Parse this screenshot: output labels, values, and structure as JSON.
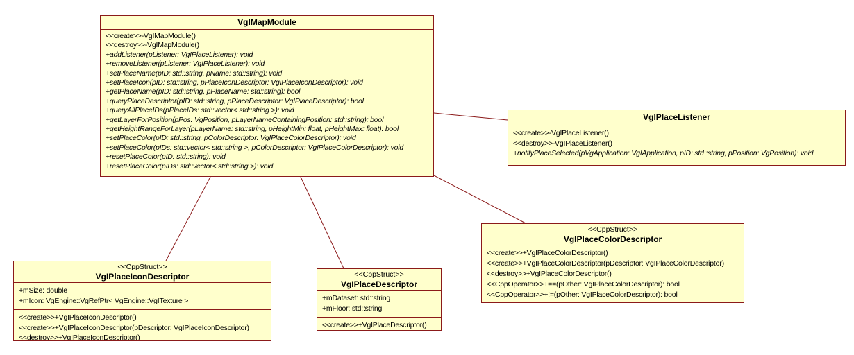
{
  "diagram": {
    "colors": {
      "box_fill": "#ffffcc",
      "box_border": "#8b1a1a",
      "connector": "#8b1a1a",
      "text": "#000000",
      "background": "#ffffff"
    },
    "classes": [
      {
        "name": "VgIMapModule",
        "methods": [
          "<<create>>-VgIMapModule()",
          "<<destroy>>-VgIMapModule()",
          "+addListener(pListener: VgIPlaceListener): void",
          "+removeListener(pListener: VgIPlaceListener): void",
          "+setPlaceName(pID: std::string, pName: std::string): void",
          "+setPlaceIcon(pID: std::string, pPlaceIconDescriptor: VgIPlaceIconDescriptor): void",
          "+getPlaceName(pID: std::string, pPlaceName: std::string): bool",
          "+queryPlaceDescriptor(pID: std::string, pPlaceDescriptor: VgIPlaceDescriptor): bool",
          "+queryAllPlaceIDs(pPlaceIDs: std::vector< std::string >): void",
          "+getLayerForPosition(pPos: VgPosition, pLayerNameContainingPosition: std::string): bool",
          "+getHeightRangeForLayer(pLayerName: std::string, pHeightMin: float, pHeightMax: float): bool",
          "+setPlaceColor(pID: std::string, pColorDescriptor: VgIPlaceColorDescriptor): void",
          "+setPlaceColor(pIDs: std::vector< std::string >, pColorDescriptor: VgIPlaceColorDescriptor): void",
          "+resetPlaceColor(pID: std::string): void",
          "+resetPlaceColor(pIDs: std::vector< std::string >): void"
        ]
      },
      {
        "name": "VgIPlaceListener",
        "methods": [
          "<<create>>-VgIPlaceListener()",
          "<<destroy>>-VgIPlaceListener()",
          "+notifyPlaceSelected(pVgApplication: VgIApplication, pID: std::string, pPosition: VgPosition): void"
        ]
      },
      {
        "name": "VgIPlaceIconDescriptor",
        "stereotype": "<<CppStruct>>",
        "attributes": [
          "+mSize: double",
          "+mIcon: VgEngine::VgRefPtr< VgEngine::VgITexture >"
        ],
        "methods": [
          "<<create>>+VgIPlaceIconDescriptor()",
          "<<create>>+VgIPlaceIconDescriptor(pDescriptor: VgIPlaceIconDescriptor)",
          "<<destroy>>+VgIPlaceIconDescriptor()"
        ]
      },
      {
        "name": "VgIPlaceDescriptor",
        "stereotype": "<<CppStruct>>",
        "attributes": [
          "+mDataset: std::string",
          "+mFloor: std::string"
        ],
        "methods": [
          "<<create>>+VgIPlaceDescriptor()"
        ]
      },
      {
        "name": "VgIPlaceColorDescriptor",
        "stereotype": "<<CppStruct>>",
        "methods": [
          "<<create>>+VgIPlaceColorDescriptor()",
          "<<create>>+VgIPlaceColorDescriptor(pDescriptor: VgIPlaceColorDescriptor)",
          "<<destroy>>+VgIPlaceColorDescriptor()",
          "<<CppOperator>>+==(pOther: VgIPlaceColorDescriptor): bool",
          "<<CppOperator>>+!=(pOther: VgIPlaceColorDescriptor): bool"
        ]
      }
    ]
  }
}
